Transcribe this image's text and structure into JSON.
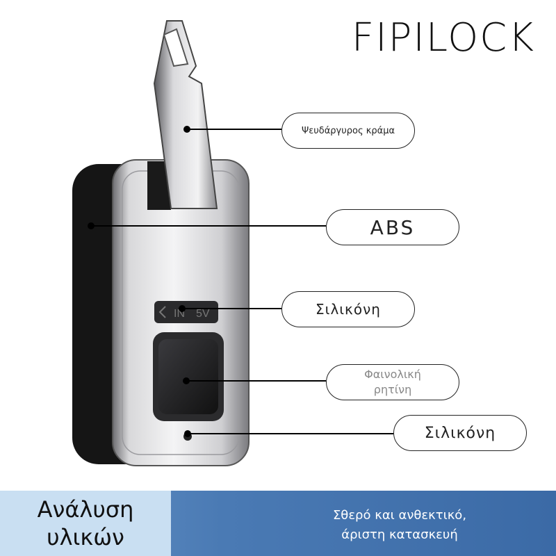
{
  "brand": "FIPILOCK",
  "callouts": {
    "alloy": "Ψευδάργυρος κράμα",
    "abs": "ABS",
    "silicone_top": "Σιλικόνη",
    "resin_line1": "Φαινολική",
    "resin_line2": "ρητίνη",
    "silicone_bottom": "Σιλικόνη"
  },
  "port_label": {
    "text1": "IN",
    "text2": "5V"
  },
  "footer": {
    "title_line1": "Ανάλυση",
    "title_line2": "υλικών",
    "tagline_line1": "Σθερό και ανθεκτικό,",
    "tagline_line2": "άριστη κατασκευή"
  },
  "colors": {
    "footer_left_bg": "#c9dff2",
    "footer_right_bg": "#4a7ab4"
  }
}
